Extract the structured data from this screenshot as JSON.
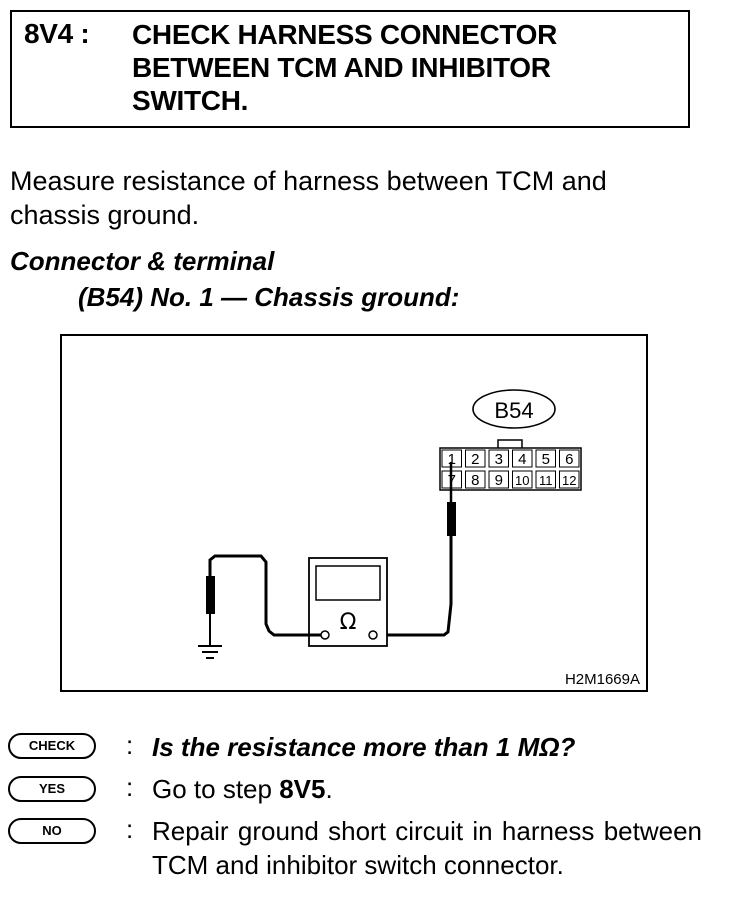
{
  "step": {
    "number": "8V4 :",
    "title": "CHECK HARNESS CONNECTOR BETWEEN TCM AND INHIBITOR SWITCH."
  },
  "instruction": "Measure resistance of harness between TCM and chassis ground.",
  "connector": {
    "heading": "Connector & terminal",
    "spec": "(B54) No. 1 — Chassis ground:"
  },
  "figure": {
    "connector_name": "B54",
    "terminals_top": [
      "1",
      "2",
      "3",
      "4",
      "5",
      "6"
    ],
    "terminals_bottom": [
      "7",
      "8",
      "9",
      "10",
      "11",
      "12"
    ],
    "meter_symbol": "Ω",
    "figure_code": "H2M1669A"
  },
  "results": [
    {
      "badge": "CHECK",
      "colon": ":",
      "text": "Is the resistance more than 1 MΩ?"
    },
    {
      "badge": "YES",
      "colon": ":",
      "text_prefix": "Go to step ",
      "text_bold": "8V5",
      "text_suffix": "."
    },
    {
      "badge": "NO",
      "colon": ":",
      "text": "Repair ground short circuit in harness between TCM and inhibitor switch connector."
    }
  ]
}
